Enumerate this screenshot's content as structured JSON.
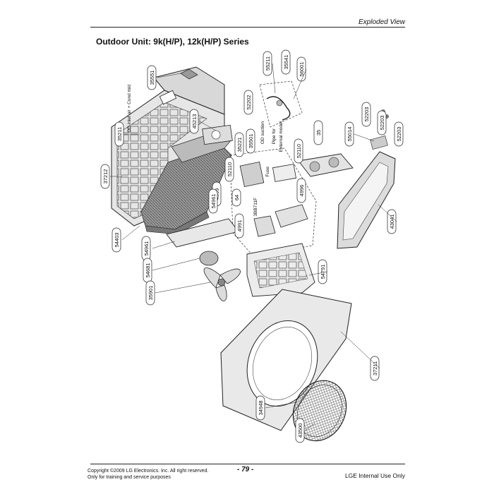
{
  "header": {
    "section": "Exploded View"
  },
  "title": "Outdoor Unit: 9k(H/P), 12k(H/P) Series",
  "labels": {
    "l35211": "35211",
    "l35541": "35541",
    "l56001": "56001",
    "l35221": "35221",
    "l52202": "52202",
    "l52110": "52110",
    "l55211": "55211",
    "l35501": "35501",
    "l45213": "45213",
    "l54961": "54961",
    "l55014": "55014",
    "l52203": "52203",
    "l52203b": "52203",
    "l52203c": "52203",
    "l35551": "35551",
    "l54403": "54403",
    "l37212": "37212",
    "l54681": "54681",
    "l35901": "35901",
    "l54961b": "54961",
    "l54791": "54791",
    "l43041": "43041",
    "l37211": "37211",
    "l34948": "34948",
    "l43500": "43500",
    "l4999": "4999",
    "l35": "35",
    "l4991": "4991",
    "l64": "64",
    "l4996": "4996",
    "l52110b": "52110"
  },
  "notes": {
    "od_inlet": "OD inlet air + Cond mid",
    "od_suction": "OD suction",
    "suction_temp": "Pipe for",
    "external_model": "External model",
    "fuse": "Fuse",
    "bracket": "3BB711F"
  },
  "footer": {
    "copyright": "Copyright ©2009 LG Electronics. Inc. All right reserved.",
    "training": "Only for training and service purposes",
    "page": "- 79 -",
    "internal": "LGE Internal Use Only"
  }
}
